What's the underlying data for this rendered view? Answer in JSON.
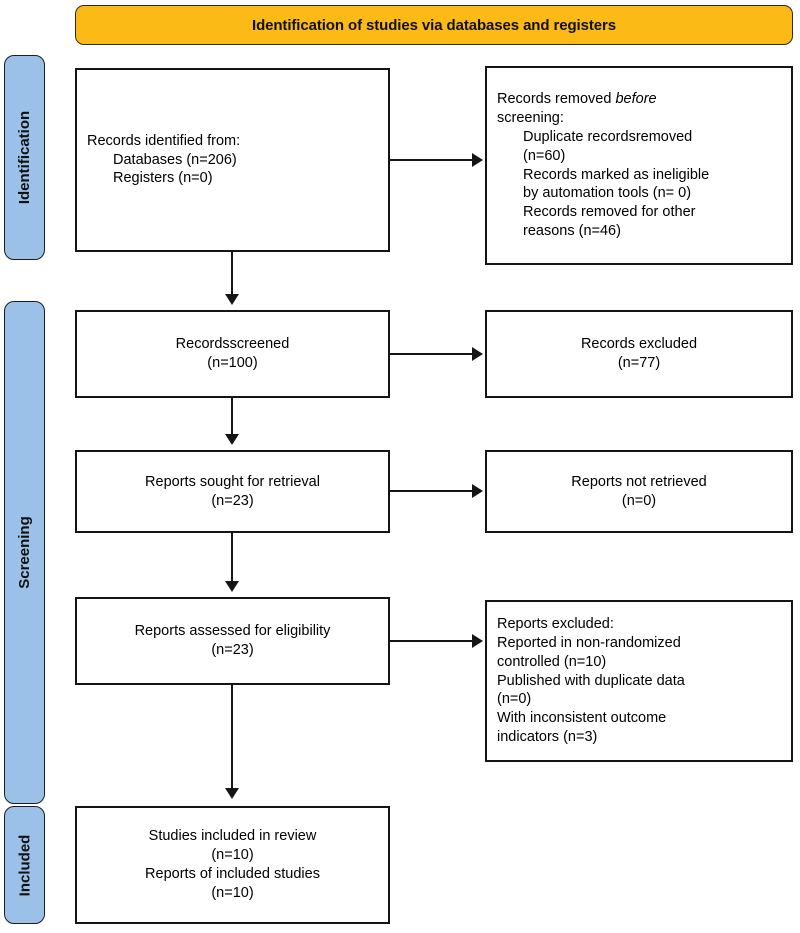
{
  "header": {
    "title": "Identification of studies via databases and registers",
    "background_color": "#FCBA17"
  },
  "stages": {
    "background_color": "#9CC1E8",
    "identification": "Identification",
    "screening": "Screening",
    "included": "Included"
  },
  "boxes": {
    "identified": {
      "lines": [
        "Records identified from:",
        "Databases (n=206)",
        "Registers (n=0)"
      ]
    },
    "removed_before_screening": {
      "lines": [
        "Records removed ",
        "before",
        "screening:",
        "Duplicate recordsremoved",
        "(n=60)",
        "Records marked as ineligible",
        "by automation tools (n= 0)",
        "Records removed for other",
        "reasons (n=46)"
      ]
    },
    "records_screened": {
      "lines": [
        "Recordsscreened",
        "(n=100)"
      ]
    },
    "records_excluded": {
      "lines": [
        "Records excluded",
        "(n=77)"
      ]
    },
    "reports_sought": {
      "lines": [
        "Reports sought for retrieval",
        "(n=23)"
      ]
    },
    "reports_not_retrieved": {
      "lines": [
        "Reports not retrieved",
        "(n=0)"
      ]
    },
    "reports_assessed": {
      "lines": [
        "Reports assessed for eligibility",
        "(n=23)"
      ]
    },
    "reports_excluded": {
      "lines": [
        "Reports excluded:",
        "Reported in non-randomized",
        "controlled (n=10)",
        "Published with duplicate data",
        "(n=0)",
        "With inconsistent outcome",
        "indicators (n=3)"
      ]
    },
    "studies_included": {
      "lines": [
        "Studies included in review",
        "(n=10)",
        "Reports of included studies",
        "(n=10)"
      ]
    }
  },
  "chart_data": {
    "type": "diagram",
    "title": "PRISMA 2020 flow diagram",
    "nodes": [
      {
        "id": "identified",
        "stage": "Identification",
        "label": "Records identified from: Databases (n=206), Registers (n=0)",
        "value": 206
      },
      {
        "id": "removed_before_screening",
        "stage": "Identification",
        "label": "Records removed before screening",
        "duplicate_records_removed": 60,
        "marked_ineligible_by_automation": 0,
        "removed_other_reasons": 46
      },
      {
        "id": "records_screened",
        "stage": "Screening",
        "label": "Records screened",
        "value": 100
      },
      {
        "id": "records_excluded",
        "stage": "Screening",
        "label": "Records excluded",
        "value": 77
      },
      {
        "id": "reports_sought",
        "stage": "Screening",
        "label": "Reports sought for retrieval",
        "value": 23
      },
      {
        "id": "reports_not_retrieved",
        "stage": "Screening",
        "label": "Reports not retrieved",
        "value": 0
      },
      {
        "id": "reports_assessed",
        "stage": "Screening",
        "label": "Reports assessed for eligibility",
        "value": 23
      },
      {
        "id": "reports_excluded",
        "stage": "Screening",
        "label": "Reports excluded",
        "non_randomized_controlled": 10,
        "published_duplicate_data": 0,
        "inconsistent_outcome_indicators": 3
      },
      {
        "id": "studies_included",
        "stage": "Included",
        "label": "Studies included in review",
        "studies": 10,
        "reports": 10
      }
    ],
    "edges": [
      {
        "from": "identified",
        "to": "removed_before_screening",
        "direction": "right"
      },
      {
        "from": "identified",
        "to": "records_screened",
        "direction": "down"
      },
      {
        "from": "records_screened",
        "to": "records_excluded",
        "direction": "right"
      },
      {
        "from": "records_screened",
        "to": "reports_sought",
        "direction": "down"
      },
      {
        "from": "reports_sought",
        "to": "reports_not_retrieved",
        "direction": "right"
      },
      {
        "from": "reports_sought",
        "to": "reports_assessed",
        "direction": "down"
      },
      {
        "from": "reports_assessed",
        "to": "reports_excluded",
        "direction": "right"
      },
      {
        "from": "reports_assessed",
        "to": "studies_included",
        "direction": "down"
      }
    ]
  }
}
